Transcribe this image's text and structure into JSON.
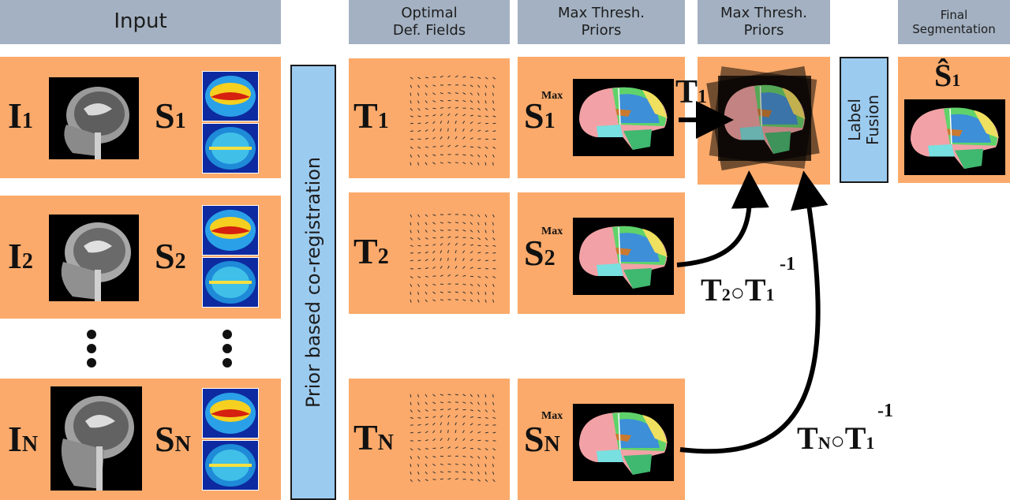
{
  "headers": {
    "input": "Input",
    "optimal_line1": "Optimal",
    "optimal_line2": "Def. Fields",
    "priors_a_line1": "Max Thresh.",
    "priors_a_line2": "Priors",
    "priors_b_line1": "Max Thresh.",
    "priors_b_line2": "Priors",
    "final_line1": "Final",
    "final_line2": "Segmentation"
  },
  "coreg_label": "Prior based co-registration",
  "label_fusion_line1": "Label",
  "label_fusion_line2": "Fusion",
  "rows": [
    {
      "i_main": "I",
      "i_sub": "1",
      "s_main": "S",
      "s_sub": "1",
      "t_main": "T",
      "t_sub": "1",
      "sm_main": "S",
      "sm_sup": "Max",
      "sm_sub": "1"
    },
    {
      "i_main": "I",
      "i_sub": "2",
      "s_main": "S",
      "s_sub": "2",
      "t_main": "T",
      "t_sub": "2",
      "sm_main": "S",
      "sm_sup": "Max",
      "sm_sub": "2"
    },
    {
      "i_main": "I",
      "i_sub": "N",
      "s_main": "S",
      "s_sub": "N",
      "t_main": "T",
      "t_sub": "N",
      "sm_main": "S",
      "sm_sup": "Max",
      "sm_sub": "N"
    }
  ],
  "arrow_labels": {
    "t1_main": "T",
    "t1_sub": "1",
    "t2_a": "T",
    "t2_a_sub": "2",
    "t2_op": "○",
    "t2_b": "T",
    "t2_b_sub": "1",
    "t2_sup": "-1",
    "tn_a": "T",
    "tn_a_sub": "N",
    "tn_op": "○",
    "tn_b": "T",
    "tn_b_sub": "1",
    "tn_sup": "-1"
  },
  "final_main": "Ŝ",
  "final_sub": "1",
  "colors": {
    "panel": "#fbaa6b",
    "header": "#a3b1c2",
    "fusion_box": "#9ccbf0"
  }
}
